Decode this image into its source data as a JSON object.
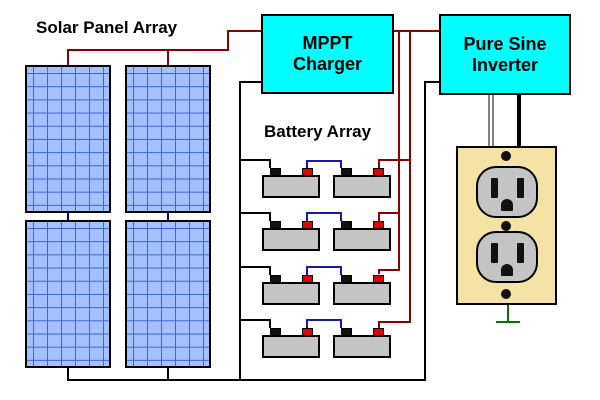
{
  "title": "Solar Panel Array",
  "charger": {
    "line1": "MPPT",
    "line2": "Charger"
  },
  "inverter": {
    "line1": "Pure Sine",
    "line2": "Inverter"
  },
  "battery_label": "Battery Array",
  "colors": {
    "positive_wire": "#8b0000",
    "negative_wire": "#000000",
    "box_fill": "#00ffff",
    "panel_fill": "#a3c0ff",
    "panel_grid": "#3d66d6",
    "panel_link": "#0000aa",
    "battery_body": "#c4c4c4",
    "battery_positive": "#e00000",
    "battery_negative": "#111111",
    "battery_link": "#1a1a9e",
    "outlet_plate": "#f5e3a6",
    "ground": "#007700"
  },
  "icons": {
    "panels": "solar-panel-icon",
    "batteries": "battery-icon",
    "outlet": "outlet-icon",
    "ground": "ground-symbol-icon"
  }
}
